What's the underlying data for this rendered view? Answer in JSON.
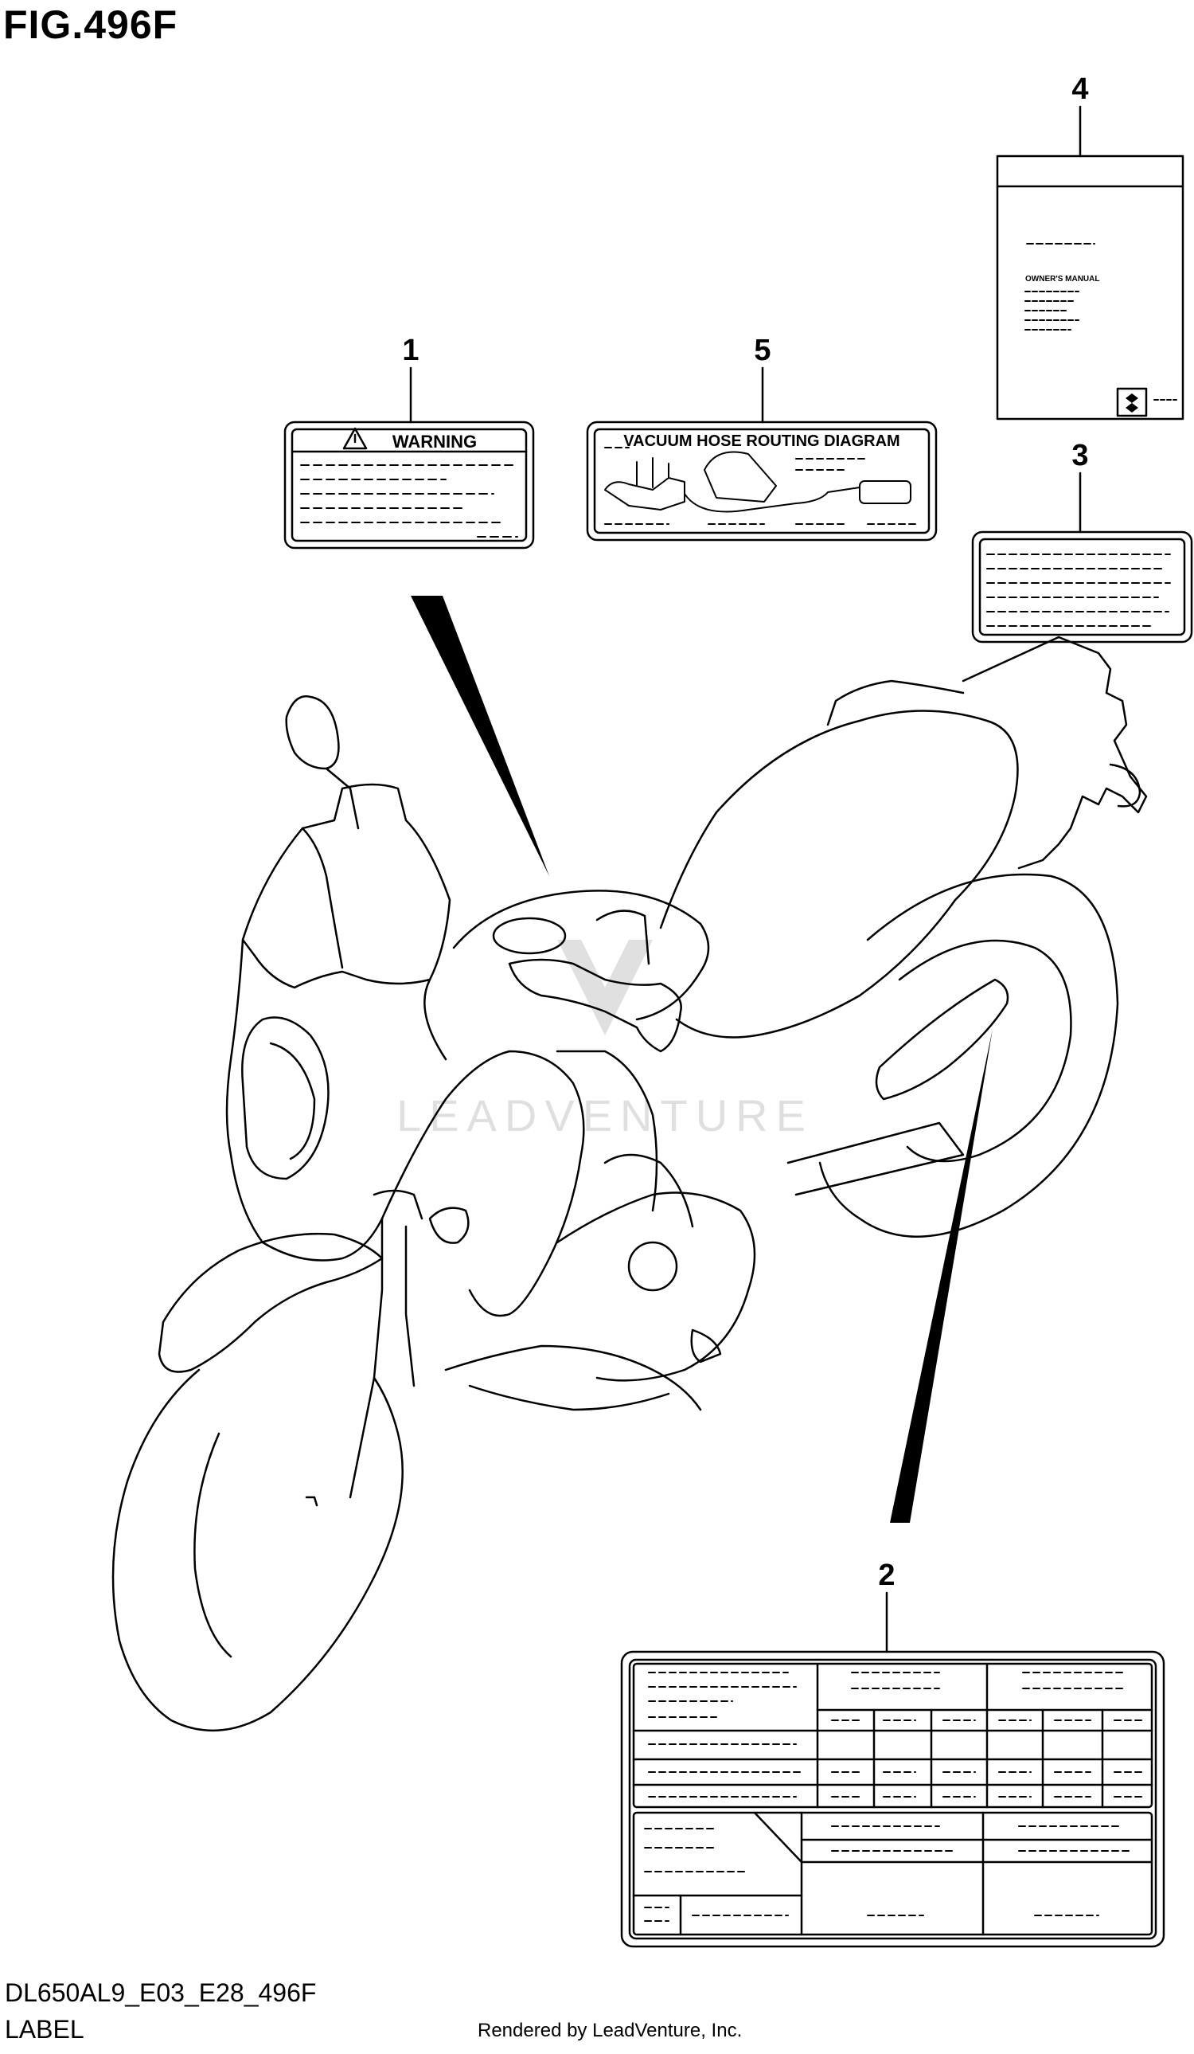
{
  "figure": {
    "title": "FIG.496F",
    "code": "DL650AL9_E03_E28_496F",
    "name": "LABEL",
    "credit": "Rendered by LeadVenture, Inc.",
    "watermark": "LEADVENTURE"
  },
  "callouts": [
    {
      "number": "1",
      "label_text": "WARNING"
    },
    {
      "number": "2",
      "label_text": ""
    },
    {
      "number": "3",
      "label_text": ""
    },
    {
      "number": "4",
      "label_text": "OWNER'S MANUAL"
    },
    {
      "number": "5",
      "label_text": "VACUUM HOSE ROUTING DIAGRAM"
    }
  ]
}
